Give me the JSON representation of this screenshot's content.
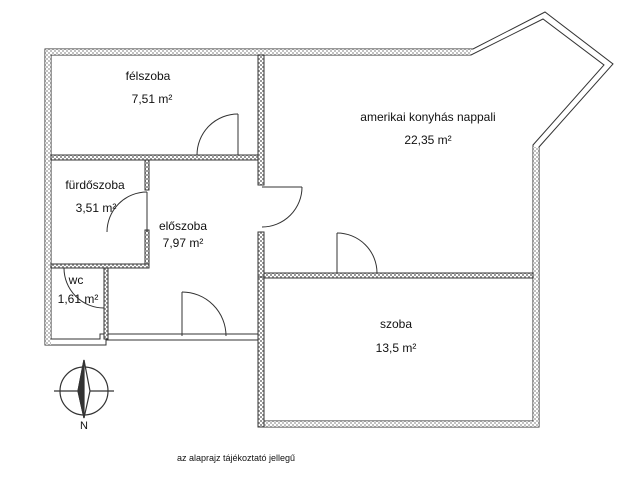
{
  "rooms": [
    {
      "id": "felszoba",
      "name": "félszoba",
      "area": "7,51 m²"
    },
    {
      "id": "nappali",
      "name": "amerikai konyhás nappali",
      "area": "22,35 m²"
    },
    {
      "id": "furdoszoba",
      "name": "fürdőszoba",
      "area": "3,51 m²"
    },
    {
      "id": "eloszoba",
      "name": "előszoba",
      "area": "7,97 m²"
    },
    {
      "id": "wc",
      "name": "wc",
      "area": "1,61 m²"
    },
    {
      "id": "szoba",
      "name": "szoba",
      "area": "13,5 m²"
    }
  ],
  "compass": {
    "north_label": "N"
  },
  "footnote": "az alaprajz tájékoztató jellegű",
  "colors": {
    "wall": "#555555",
    "wall_fill": "#d9d9d9",
    "line": "#222222"
  }
}
